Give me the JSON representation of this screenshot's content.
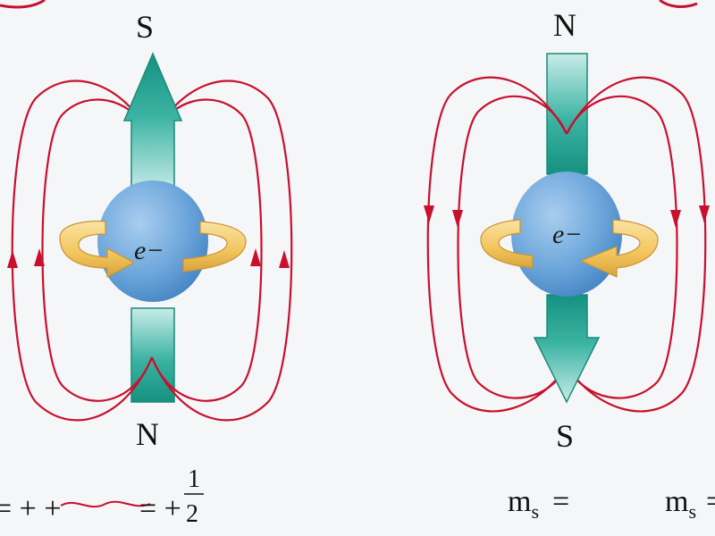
{
  "left_panel": {
    "top_pole": "S",
    "bottom_pole": "N",
    "electron_label": "e−",
    "formula": {
      "prefix": "= + +",
      "equals": "= +",
      "numerator": "1",
      "denominator": "2"
    }
  },
  "right_panel": {
    "top_pole": "N",
    "bottom_pole": "S",
    "electron_label": "e−",
    "ms_main": "m",
    "ms_sub": "s",
    "ms_equals": "=",
    "ms2_main": "m",
    "ms2_sub": "s",
    "ms2_equals": "="
  },
  "colors": {
    "field_line": "#c8102e",
    "electron": "#6fa8dc",
    "arrow": "#1f9a8a",
    "spin_arrow": "#f2c45c",
    "background": "#f4f6f8"
  },
  "icons": {
    "left_spin": "counterclockwise-spin-arrow-icon",
    "right_spin": "clockwise-spin-arrow-icon"
  }
}
